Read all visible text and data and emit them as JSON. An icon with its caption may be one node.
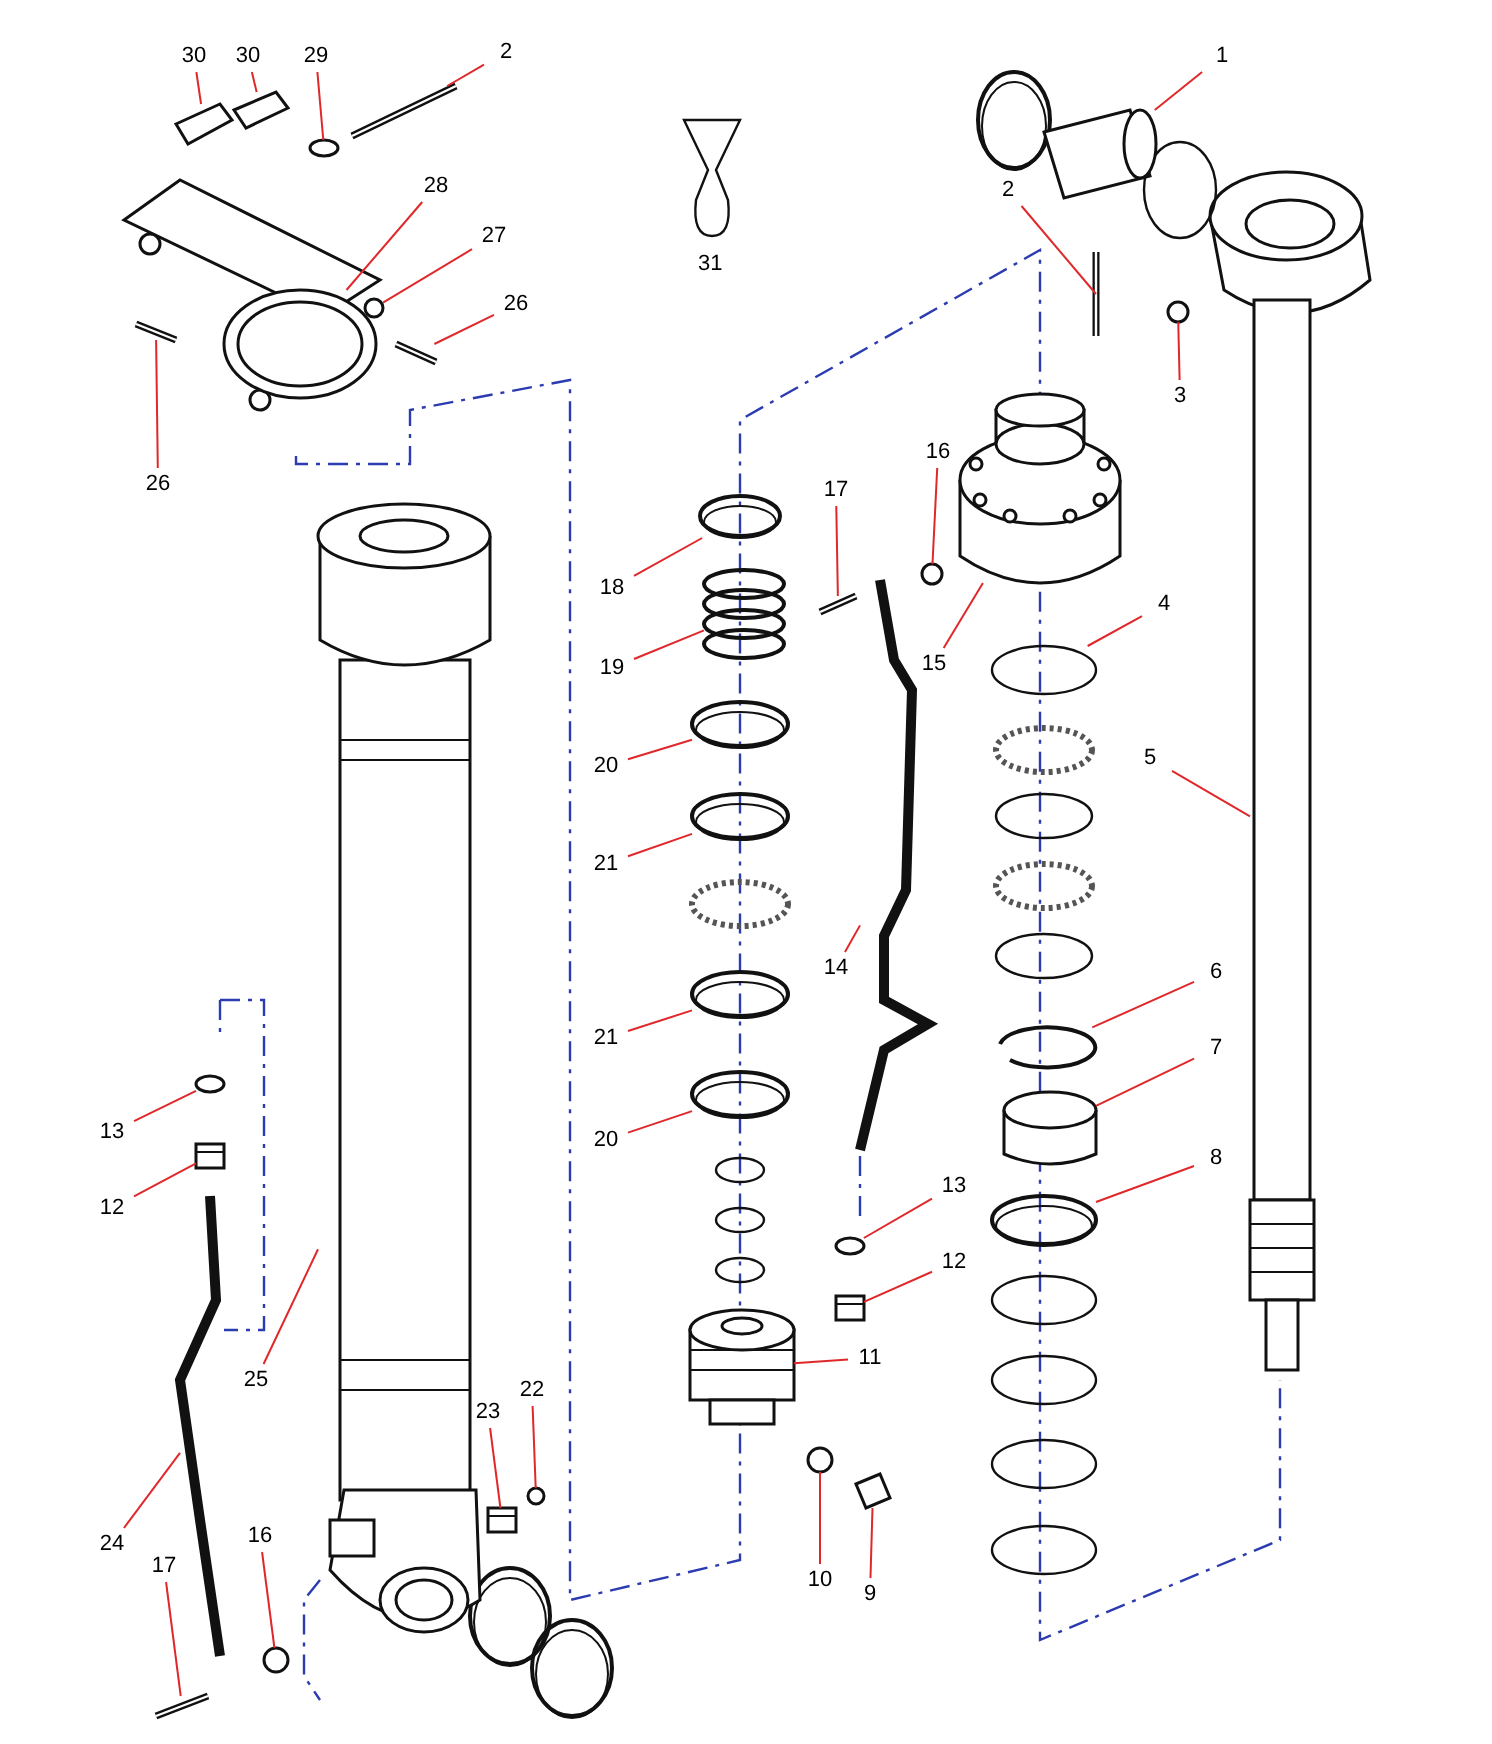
{
  "diagram": {
    "nodes": [
      {
        "text": [
          "30"
        ]
      },
      {
        "text": [
          "30"
        ]
      },
      {
        "text": [
          "29"
        ]
      },
      {
        "text": [
          "2"
        ]
      },
      {
        "text": [
          "1"
        ]
      },
      {
        "text": [
          "28"
        ]
      },
      {
        "text": [
          "27"
        ]
      },
      {
        "text": [
          "26"
        ]
      },
      {
        "text": [
          "2"
        ]
      },
      {
        "text": [
          "3"
        ]
      },
      {
        "text": [
          "26"
        ]
      },
      {
        "text": [
          "17"
        ]
      },
      {
        "text": [
          "16"
        ]
      },
      {
        "text": [
          "18"
        ]
      },
      {
        "text": [
          "4"
        ]
      },
      {
        "text": [
          "19"
        ]
      },
      {
        "text": [
          "15"
        ]
      },
      {
        "text": [
          "5"
        ]
      },
      {
        "text": [
          "20"
        ]
      },
      {
        "text": [
          "21"
        ]
      },
      {
        "text": [
          "14"
        ]
      },
      {
        "text": [
          "6"
        ]
      },
      {
        "text": [
          "21"
        ]
      },
      {
        "text": [
          "13"
        ]
      },
      {
        "text": [
          "7"
        ]
      },
      {
        "text": [
          "20"
        ]
      },
      {
        "text": [
          "8"
        ]
      },
      {
        "text": [
          "12"
        ]
      },
      {
        "text": [
          "13"
        ]
      },
      {
        "text": [
          "12"
        ]
      },
      {
        "text": [
          "25"
        ]
      },
      {
        "text": [
          "11"
        ]
      },
      {
        "text": [
          "23"
        ]
      },
      {
        "text": [
          "22"
        ]
      },
      {
        "text": [
          "24"
        ]
      },
      {
        "text": [
          "17"
        ]
      },
      {
        "text": [
          "16"
        ]
      },
      {
        "text": [
          "10"
        ]
      },
      {
        "text": [
          "9"
        ]
      },
      {
        "text": [],
        "shape": "picture"
      },
      {
        "text": [],
        "shape": "picture"
      },
      {
        "text": [],
        "shape": "circle"
      },
      {
        "text": [],
        "shape": "picture"
      },
      {
        "text": [],
        "shape": "picture"
      },
      {
        "text": [],
        "shape": "picture"
      },
      {
        "text": [],
        "shape": "circle"
      },
      {
        "text": [],
        "shape": "picture"
      },
      {
        "text": [],
        "shape": "picture"
      },
      {
        "text": [],
        "shape": "circle"
      },
      {
        "text": [],
        "shape": "picture"
      },
      {
        "text": [],
        "shape": "picture"
      },
      {
        "text": [],
        "shape": "circle"
      },
      {
        "text": [],
        "shape": "picture"
      },
      {
        "text": [],
        "shape": "circle"
      },
      {
        "text": [],
        "shape": "picture"
      },
      {
        "text": [],
        "shape": "picture"
      },
      {
        "text": [],
        "shape": "bar"
      },
      {
        "text": [],
        "shape": "picture"
      },
      {
        "text": [],
        "shape": "picture"
      },
      {
        "text": [],
        "shape": "picture"
      },
      {
        "text": [],
        "shape": "picture"
      },
      {
        "text": [],
        "shape": "picture"
      },
      {
        "text": [],
        "shape": "circle"
      },
      {
        "text": [],
        "shape": "cylinder"
      },
      {
        "text": [],
        "shape": "picture"
      },
      {
        "text": [],
        "shape": "picture"
      },
      {
        "text": [],
        "shape": "picture"
      },
      {
        "text": [],
        "shape": "circle"
      },
      {
        "text": [],
        "shape": "picture"
      },
      {
        "text": [],
        "shape": "picture"
      },
      {
        "text": [],
        "shape": "picture"
      },
      {
        "text": [],
        "shape": "picture"
      },
      {
        "text": [],
        "shape": "circle"
      },
      {
        "text": [],
        "shape": "picture"
      },
      {
        "text": [],
        "shape": "picture"
      },
      {
        "text": [],
        "shape": "circle"
      },
      {
        "text": [],
        "shape": "circle"
      },
      {
        "text": [],
        "shape": "picture"
      }
    ],
    "edges": [
      {
        "from": 0,
        "to": 39,
        "arrow": "none"
      },
      {
        "from": 1,
        "to": 40,
        "arrow": "none"
      },
      {
        "from": 2,
        "to": 41,
        "arrow": "none"
      },
      {
        "from": 3,
        "to": 42,
        "arrow": "none"
      },
      {
        "from": 4,
        "to": 43,
        "arrow": "none"
      },
      {
        "from": 5,
        "to": 44,
        "arrow": "none"
      },
      {
        "from": 6,
        "to": 45,
        "arrow": "none"
      },
      {
        "from": 7,
        "to": 46,
        "arrow": "none"
      },
      {
        "from": 8,
        "to": 47,
        "arrow": "none"
      },
      {
        "from": 9,
        "to": 48,
        "arrow": "none"
      },
      {
        "from": 10,
        "to": 49,
        "arrow": "none"
      },
      {
        "from": 11,
        "to": 50,
        "arrow": "none"
      },
      {
        "from": 12,
        "to": 51,
        "arrow": "none"
      },
      {
        "from": 13,
        "to": 52,
        "arrow": "none"
      },
      {
        "from": 14,
        "to": 53,
        "arrow": "none"
      },
      {
        "from": 15,
        "to": 54,
        "arrow": "none"
      },
      {
        "from": 16,
        "to": 55,
        "arrow": "none"
      },
      {
        "from": 17,
        "to": 56,
        "arrow": "none"
      },
      {
        "from": 18,
        "to": 57,
        "arrow": "none"
      },
      {
        "from": 19,
        "to": 58,
        "arrow": "none"
      },
      {
        "from": 20,
        "to": 59,
        "arrow": "none"
      },
      {
        "from": 21,
        "to": 60,
        "arrow": "none"
      },
      {
        "from": 22,
        "to": 61,
        "arrow": "none"
      },
      {
        "from": 23,
        "to": 62,
        "arrow": "none"
      },
      {
        "from": 24,
        "to": 63,
        "arrow": "none"
      },
      {
        "from": 25,
        "to": 64,
        "arrow": "none"
      },
      {
        "from": 26,
        "to": 65,
        "arrow": "none"
      },
      {
        "from": 27,
        "to": 66,
        "arrow": "none"
      },
      {
        "from": 28,
        "to": 67,
        "arrow": "none"
      },
      {
        "from": 29,
        "to": 68,
        "arrow": "none"
      },
      {
        "from": 30,
        "to": 69,
        "arrow": "none"
      },
      {
        "from": 31,
        "to": 70,
        "arrow": "none"
      },
      {
        "from": 32,
        "to": 71,
        "arrow": "none"
      },
      {
        "from": 33,
        "to": 72,
        "arrow": "none"
      },
      {
        "from": 34,
        "to": 73,
        "arrow": "none"
      },
      {
        "from": 35,
        "to": 74,
        "arrow": "none"
      },
      {
        "from": 36,
        "to": 75,
        "arrow": "none"
      },
      {
        "from": 37,
        "to": 76,
        "arrow": "none"
      },
      {
        "from": 38,
        "to": 77,
        "arrow": "none"
      }
    ],
    "labels": [
      "31"
    ]
  }
}
